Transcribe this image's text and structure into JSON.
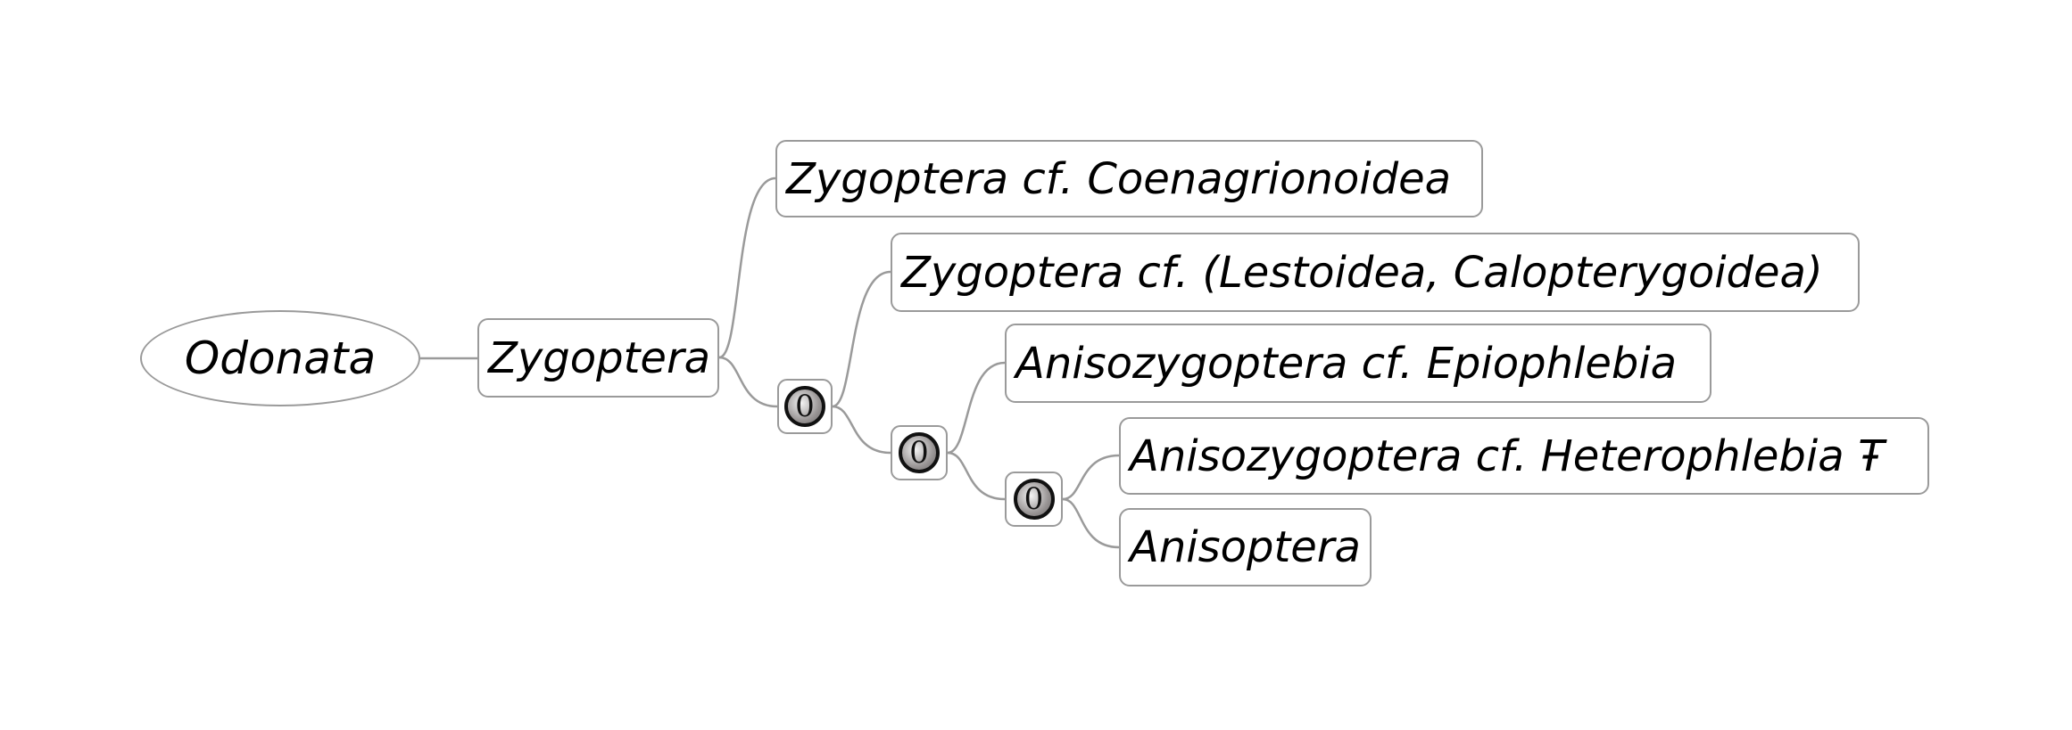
{
  "root": {
    "label": "Odonata"
  },
  "topics": {
    "zygoptera": "Zygoptera",
    "coenagrionoidea": "Zygoptera cf. Coenagrionoidea",
    "lestoidea": "Zygoptera cf. (Lestoidea, Calopterygoidea)",
    "epiophlebia": "Anisozygoptera cf. Epiophlebia",
    "heterophlebia": "Anisozygoptera cf. Heterophlebia Ŧ",
    "anisoptera": "Anisoptera"
  },
  "group_nodes": [
    "0",
    "0",
    "0"
  ],
  "colors": {
    "border": "#9a9a9a",
    "link": "#9a9a9a"
  }
}
